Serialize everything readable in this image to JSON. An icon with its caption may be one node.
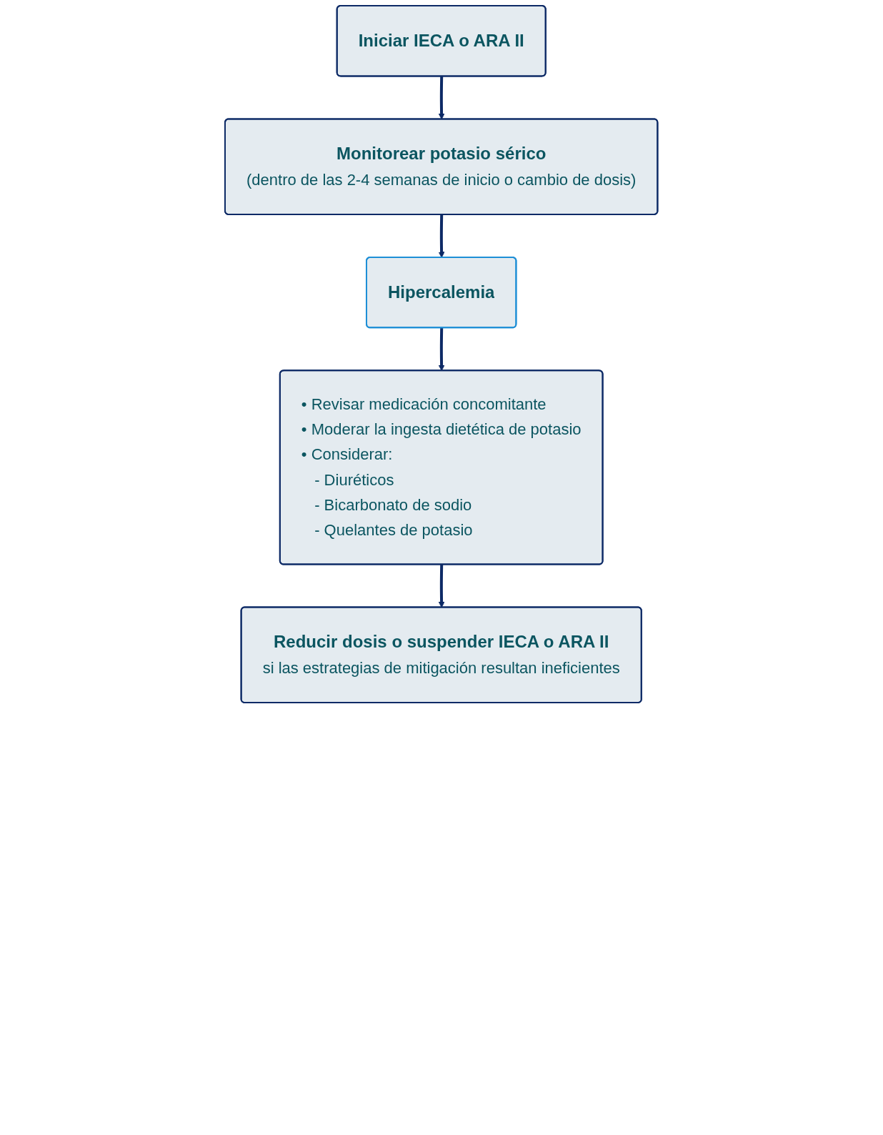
{
  "diagram": {
    "nodes": [
      {
        "text": [
          "Iniciar IECA o ARA II"
        ]
      },
      {
        "text": [
          "Monitorear potasio sérico",
          "(dentro de las 2-4 semanas de inicio o cambio de dosis)"
        ]
      },
      {
        "text": [
          "Hipercalemia"
        ]
      },
      {
        "text": [
          "• Revisar medicación concomitante",
          "• Moderar la ingesta dietética de potasio",
          "• Considerar:",
          "- Diuréticos",
          "- Bicarbonato de sodio",
          "- Quelantes de potasio"
        ]
      },
      {
        "text": [
          "Reducir dosis o suspender IECA o ARA II",
          "si las estrategias de mitigación resultan ineficientes"
        ]
      }
    ],
    "edges": [
      {
        "from": 0,
        "to": 1,
        "arrow": "to"
      },
      {
        "from": 1,
        "to": 2,
        "arrow": "to"
      },
      {
        "from": 2,
        "to": 3,
        "arrow": "to"
      },
      {
        "from": 3,
        "to": 4,
        "arrow": "to"
      }
    ]
  }
}
